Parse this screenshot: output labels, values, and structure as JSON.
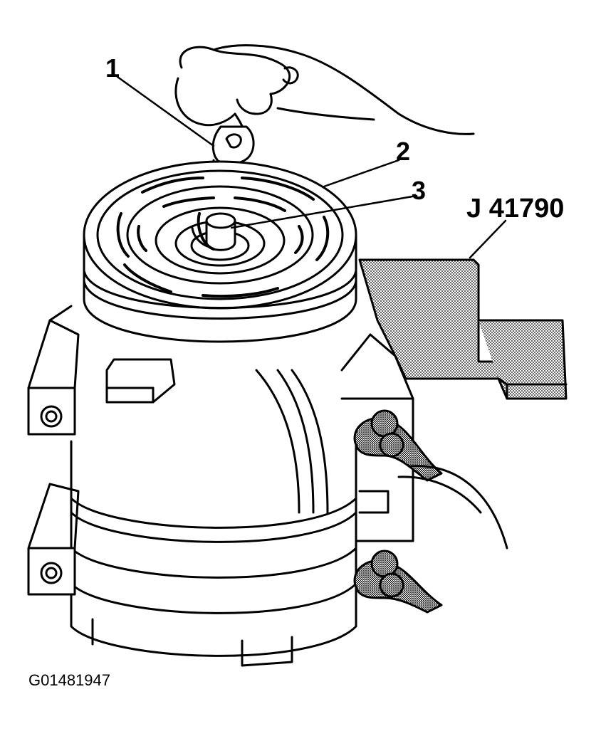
{
  "labels": {
    "callout_1": "1",
    "callout_2": "2",
    "callout_3": "3",
    "tool": "J 41790"
  },
  "figure_id": "G01481947",
  "colors": {
    "ink": "#000000",
    "paper": "#ffffff",
    "stipple": "#9a9a9a"
  }
}
